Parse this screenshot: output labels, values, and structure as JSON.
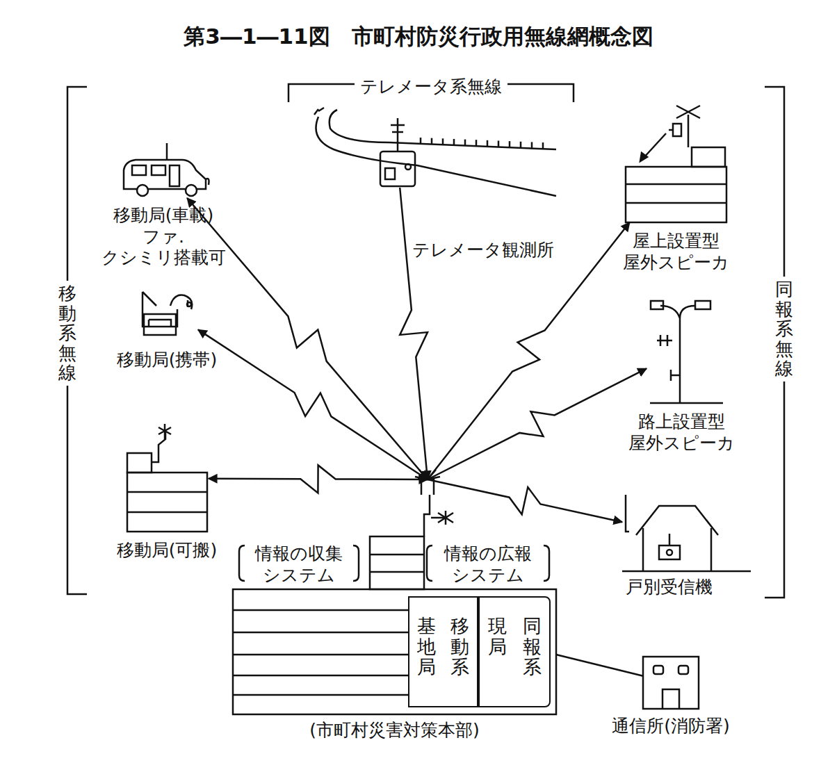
{
  "diagram": {
    "title": "第3―1―11図　市町村防災行政用無線網概念図",
    "nodes": [
      {
        "text": [
          "移動局(車載) ファ.クシミリ搭載可"
        ]
      },
      {
        "text": [
          "移動局(携帯)"
        ]
      },
      {
        "text": [
          "移動局(可搬)"
        ]
      },
      {
        "text": [
          "テレメータ観測所"
        ]
      },
      {
        "text": [
          "屋上設置型 屋外スピーカ"
        ]
      },
      {
        "text": [
          "路上設置型 屋外スピーカ"
        ]
      },
      {
        "text": [
          "戸別受信機"
        ]
      },
      {
        "text": [
          "(市町村災害対策本部)"
        ]
      },
      {
        "text": [
          "移動系",
          "基地局"
        ],
        "in": 7
      },
      {
        "text": [
          "同報系",
          "現局"
        ],
        "in": 7
      },
      {
        "text": [
          "通信所(消防署)"
        ]
      }
    ],
    "edges": [
      {
        "from": 7,
        "to": 0,
        "arrow": "both"
      },
      {
        "from": 7,
        "to": 1,
        "arrow": "both"
      },
      {
        "from": 7,
        "to": 2,
        "arrow": "both"
      },
      {
        "from": 3,
        "to": 7,
        "arrow": "to"
      },
      {
        "from": 7,
        "to": 4,
        "arrow": "to"
      },
      {
        "from": 7,
        "to": 5,
        "arrow": "to"
      },
      {
        "from": 7,
        "to": 6,
        "arrow": "to"
      },
      {
        "from": 7,
        "to": 10,
        "arrow": "none"
      }
    ],
    "labels": [
      "テレメータ系無線",
      "移動系無線",
      "同報系無線",
      "情報の収集 システム",
      "情報の広報 システム"
    ]
  }
}
